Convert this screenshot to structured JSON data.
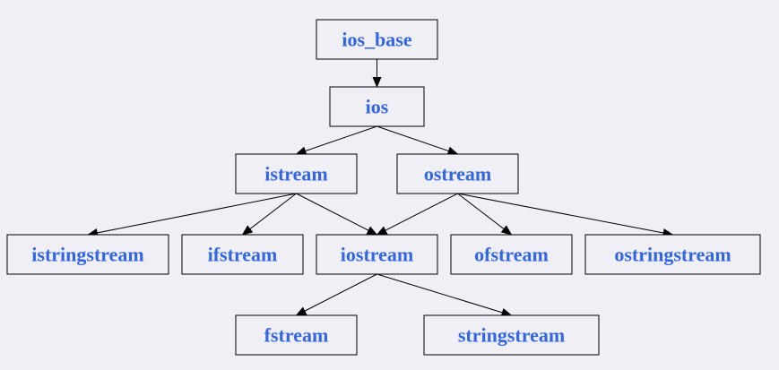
{
  "diagram": {
    "colors": {
      "background": "#efeff5",
      "box_fill": "#efeff5",
      "box_stroke": "#000000",
      "label": "#3366e6",
      "edge": "#000000"
    },
    "nodes": {
      "ios_base": "ios_base",
      "ios": "ios",
      "istream": "istream",
      "ostream": "ostream",
      "istringstream": "istringstream",
      "ifstream": "ifstream",
      "iostream": "iostream",
      "ofstream": "ofstream",
      "ostringstream": "ostringstream",
      "fstream": "fstream",
      "stringstream": "stringstream"
    },
    "edges": [
      {
        "from": "ios_base",
        "to": "ios"
      },
      {
        "from": "ios",
        "to": "istream"
      },
      {
        "from": "ios",
        "to": "ostream"
      },
      {
        "from": "istream",
        "to": "istringstream"
      },
      {
        "from": "istream",
        "to": "ifstream"
      },
      {
        "from": "istream",
        "to": "iostream"
      },
      {
        "from": "ostream",
        "to": "iostream"
      },
      {
        "from": "ostream",
        "to": "ofstream"
      },
      {
        "from": "ostream",
        "to": "ostringstream"
      },
      {
        "from": "iostream",
        "to": "fstream"
      },
      {
        "from": "iostream",
        "to": "stringstream"
      }
    ]
  }
}
